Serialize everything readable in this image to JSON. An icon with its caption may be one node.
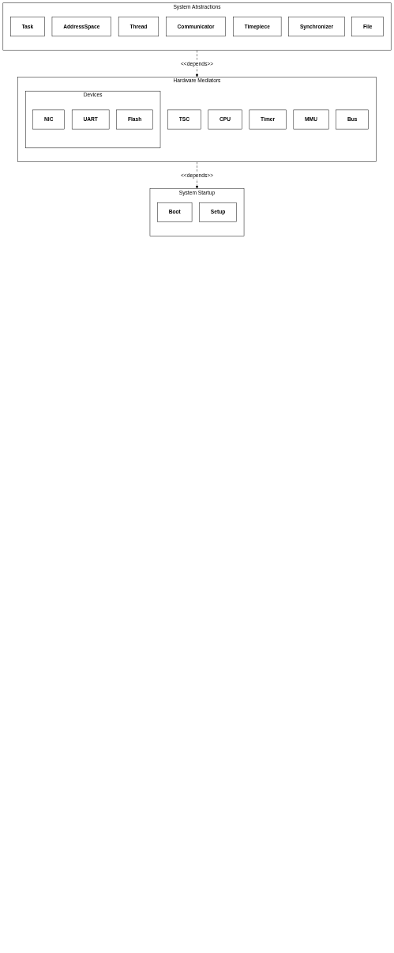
{
  "diagram": {
    "nodes": [
      {
        "text": [
          "System Abstractions"
        ]
      },
      {
        "text": [
          "Task"
        ],
        "in": 0
      },
      {
        "text": [
          "AddressSpace"
        ],
        "in": 0
      },
      {
        "text": [
          "Thread"
        ],
        "in": 0
      },
      {
        "text": [
          "Communicator"
        ],
        "in": 0
      },
      {
        "text": [
          "Timepiece"
        ],
        "in": 0
      },
      {
        "text": [
          "Synchronizer"
        ],
        "in": 0
      },
      {
        "text": [
          "File"
        ],
        "in": 0
      },
      {
        "text": [
          "Hardware Mediators"
        ]
      },
      {
        "text": [
          "Devices"
        ],
        "in": 8
      },
      {
        "text": [
          "NIC"
        ],
        "in": 9
      },
      {
        "text": [
          "UART"
        ],
        "in": 9
      },
      {
        "text": [
          "Flash"
        ],
        "in": 9
      },
      {
        "text": [
          "TSC"
        ],
        "in": 8
      },
      {
        "text": [
          "CPU"
        ],
        "in": 8
      },
      {
        "text": [
          "Timer"
        ],
        "in": 8
      },
      {
        "text": [
          "MMU"
        ],
        "in": 8
      },
      {
        "text": [
          "Bus"
        ],
        "in": 8
      },
      {
        "text": [
          "System Startup"
        ]
      },
      {
        "text": [
          "Boot"
        ],
        "in": 18
      },
      {
        "text": [
          "Setup"
        ],
        "in": 18
      }
    ],
    "edges": [
      {
        "from": 0,
        "to": 8,
        "arrow": "to",
        "style": "dashed",
        "label": "<<depends>>"
      },
      {
        "from": 8,
        "to": 18,
        "arrow": "to",
        "style": "dashed",
        "label": "<<depends>>"
      }
    ]
  }
}
